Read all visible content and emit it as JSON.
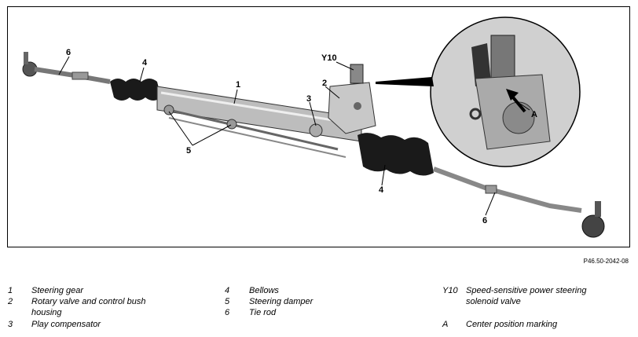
{
  "figure_ref": "P46.50-2042-08",
  "callouts": {
    "c1": "1",
    "c2": "2",
    "c3": "3",
    "c4a": "4",
    "c4b": "4",
    "c5": "5",
    "c6a": "6",
    "c6b": "6",
    "cY10": "Y10",
    "cA": "A"
  },
  "legend": [
    {
      "num": "1",
      "text": "Steering gear"
    },
    {
      "num": "2",
      "text": "Rotary valve and control bush"
    },
    {
      "num": "",
      "text": "housing"
    },
    {
      "num": "3",
      "text": "Play compensator"
    },
    {
      "num": "4",
      "text": "Bellows"
    },
    {
      "num": "5",
      "text": "Steering damper"
    },
    {
      "num": "6",
      "text": "Tie rod"
    },
    {
      "num": "Y10",
      "text": "Speed-sensitive power steering"
    },
    {
      "num": "",
      "text": "solenoid valve"
    },
    {
      "num": "A",
      "text": "Center position marking"
    }
  ]
}
